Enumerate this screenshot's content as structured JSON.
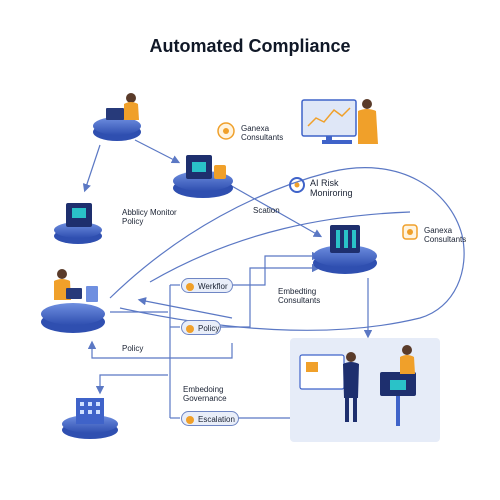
{
  "title": "Automated Compliance",
  "nodes": {
    "ganexa_top": {
      "line1": "Ganexa",
      "line2": "Consultants"
    },
    "ganexa_right": {
      "line1": "Ganexa",
      "line2": "Consultants"
    },
    "ai_risk": {
      "line1": "AI Risk",
      "line2": "Moniroring"
    },
    "monitor_policy": {
      "line1": "Abblicy Monitor",
      "line2": "Policy"
    },
    "scation": "Scation",
    "embedding_consultants": {
      "line1": "Embedting",
      "line2": "Consultants"
    },
    "policy_left": "Policy",
    "embedding_governance": {
      "line1": "Embedoing",
      "line2": "Governance"
    }
  },
  "pills": {
    "workflow": "Werkflor",
    "policy": "Policy",
    "escalation": "Escalation"
  },
  "colors": {
    "platform_blue": "#3f63c9",
    "accent_orange": "#f0a02a",
    "arrow_blue": "#5b78c4",
    "pill_fill": "#e9eef9",
    "panel_fill": "#e6ecf8"
  },
  "icons": [
    "laptop-user-icon",
    "server-stack-icon",
    "monitor-chart-icon",
    "chip-box-icon",
    "badge-icon",
    "target-icon",
    "globe-icon",
    "building-icon",
    "presenter-icon"
  ]
}
